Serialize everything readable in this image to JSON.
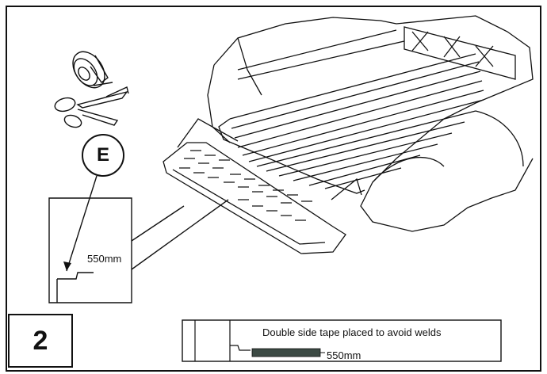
{
  "figure": {
    "step_number": "2",
    "callout_letter": "E",
    "detail_dimension": "550mm",
    "note": {
      "text": "Double side tape placed to avoid welds",
      "dimension": "550mm"
    },
    "icons": [
      "tape-roll-icon",
      "scissors-icon"
    ],
    "colors": {
      "ink": "#111111",
      "tape_fill": "#3c4a44"
    }
  }
}
